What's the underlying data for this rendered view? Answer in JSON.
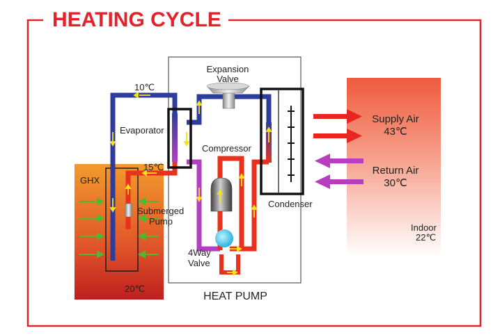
{
  "title": "HEATING CYCLE",
  "labels": {
    "expansion_valve_line1": "Expansion",
    "expansion_valve_line2": "Valve",
    "evaporator": "Evaporator",
    "compressor": "Compressor",
    "condenser": "Condenser",
    "ghx": "GHX",
    "submerged_pump_line1": "Submerged",
    "submerged_pump_line2": "Pump",
    "four_way_valve_line1": "4Way",
    "four_way_valve_line2": "Valve",
    "heat_pump": "HEAT PUMP",
    "indoor": "Indoor"
  },
  "temperatures": {
    "evaporator_inlet": "10℃",
    "evaporator_outlet": "15℃",
    "ground": "20℃",
    "supply_air": "43℃",
    "return_air": "30℃",
    "indoor": "22℃"
  },
  "air": {
    "supply_label": "Supply Air",
    "return_label": "Return Air"
  },
  "colors": {
    "title": "#e3232a",
    "frame": "#e3232a",
    "cold_pipe": "#2e3d9c",
    "hot_pipe": "#e8321e",
    "suction_pipe": "#b23fc1",
    "supply_arrow": "#e8261f",
    "return_arrow": "#b83ec0",
    "flow_arrow": "#f7e21a"
  }
}
